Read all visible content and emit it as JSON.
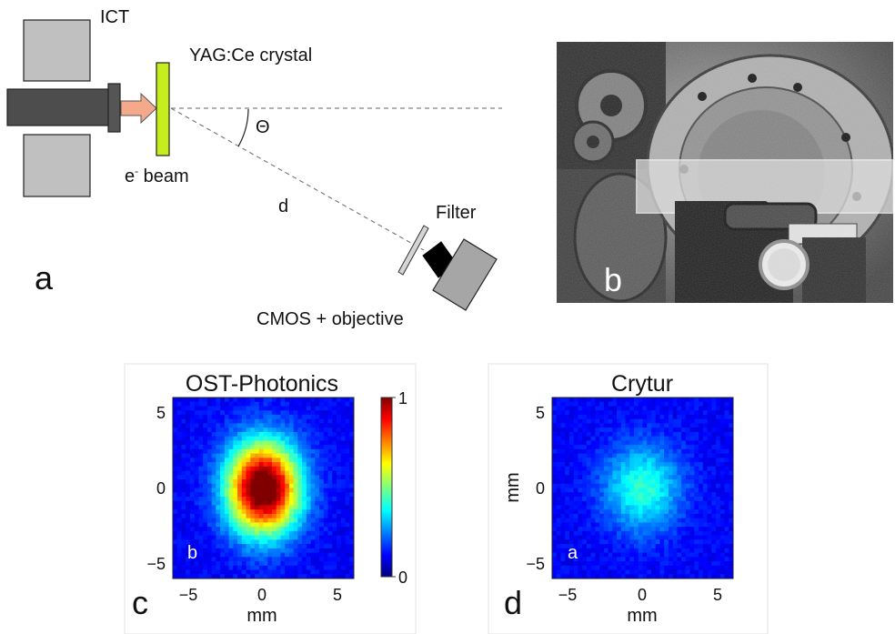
{
  "schematic": {
    "ict_label": "ICT",
    "crystal_label": "YAG:Ce crystal",
    "beam_label_base": "e",
    "beam_label_sup": "-",
    "beam_label_rest": " beam",
    "theta_label": "Θ",
    "distance_label": "d",
    "filter_label": "Filter",
    "camera_label": "CMOS + objective",
    "panel_letter": "a"
  },
  "photo": {
    "panel_letter": "b"
  },
  "images": [
    {
      "title": "OST-Photonics",
      "panel_letter": "c",
      "inset_letter": "b",
      "xlabel": "mm",
      "ylabel": "",
      "xticks": [
        "−5",
        "0",
        "5"
      ],
      "yticks": [
        "5",
        "0",
        "−5"
      ],
      "intensity_peak": 1.0
    },
    {
      "title": "Crytur",
      "panel_letter": "d",
      "inset_letter": "a",
      "xlabel": "mm",
      "ylabel": "mm",
      "xticks": [
        "−5",
        "0",
        "5"
      ],
      "yticks": [
        "5",
        "0",
        "−5"
      ],
      "intensity_peak": 0.3
    }
  ],
  "colorbar": {
    "max_label": "1",
    "min_label": "0",
    "colormap": "jet"
  },
  "colors": {
    "ict": "#c0c0c0",
    "beam_pipe": "#4d4d4d",
    "arrow": "#f4a98a",
    "crystal": "#c6ee1f",
    "camera_body": "#a6a6a6",
    "background_blue": "#0a14b4"
  }
}
